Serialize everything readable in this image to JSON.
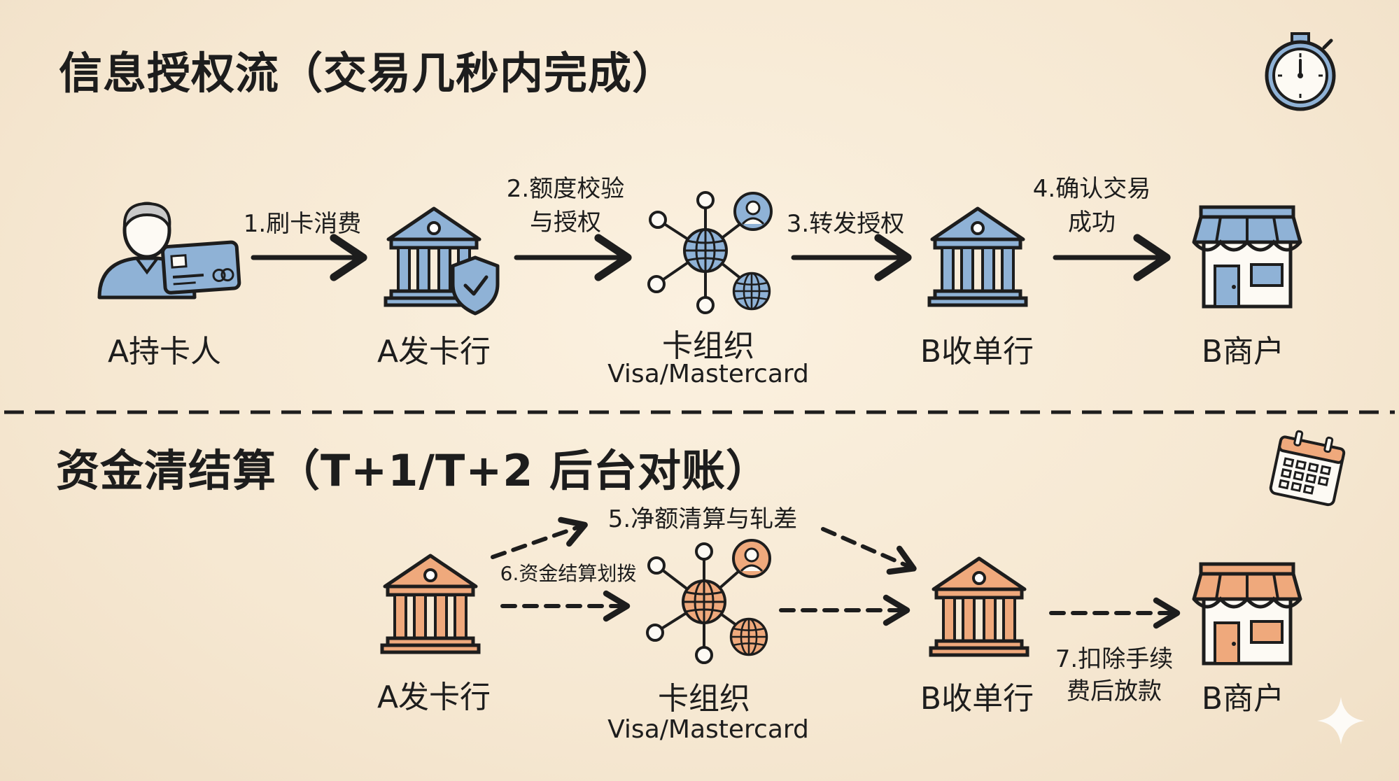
{
  "auth": {
    "title": "信息授权流（交易几秒内完成）",
    "nodes": {
      "cardholder": "A持卡人",
      "issuer": "A发卡行",
      "network": "卡组织",
      "network_sub": "Visa/Mastercard",
      "acquirer": "B收单行",
      "merchant": "B商户"
    },
    "steps": {
      "s1": "1.刷卡消费",
      "s2_line1": "2.额度校验",
      "s2_line2": "与授权",
      "s3": "3.转发授权",
      "s4_line1": "4.确认交易",
      "s4_line2": "成功"
    },
    "icon": "stopwatch-icon"
  },
  "settle": {
    "title": "资金清结算（T+1/T+2 后台对账）",
    "nodes": {
      "issuer": "A发卡行",
      "network": "卡组织",
      "network_sub": "Visa/Mastercard",
      "acquirer": "B收单行",
      "merchant": "B商户"
    },
    "steps": {
      "s5": "5.净额清算与轧差",
      "s6": "6.资金结算划拨",
      "s7_line1": "7.扣除手续",
      "s7_line2": "费后放款"
    },
    "icon": "calendar-icon"
  },
  "colors": {
    "blue": "#8fb2d6",
    "orange": "#efa97c",
    "ink": "#1d1d1d"
  }
}
